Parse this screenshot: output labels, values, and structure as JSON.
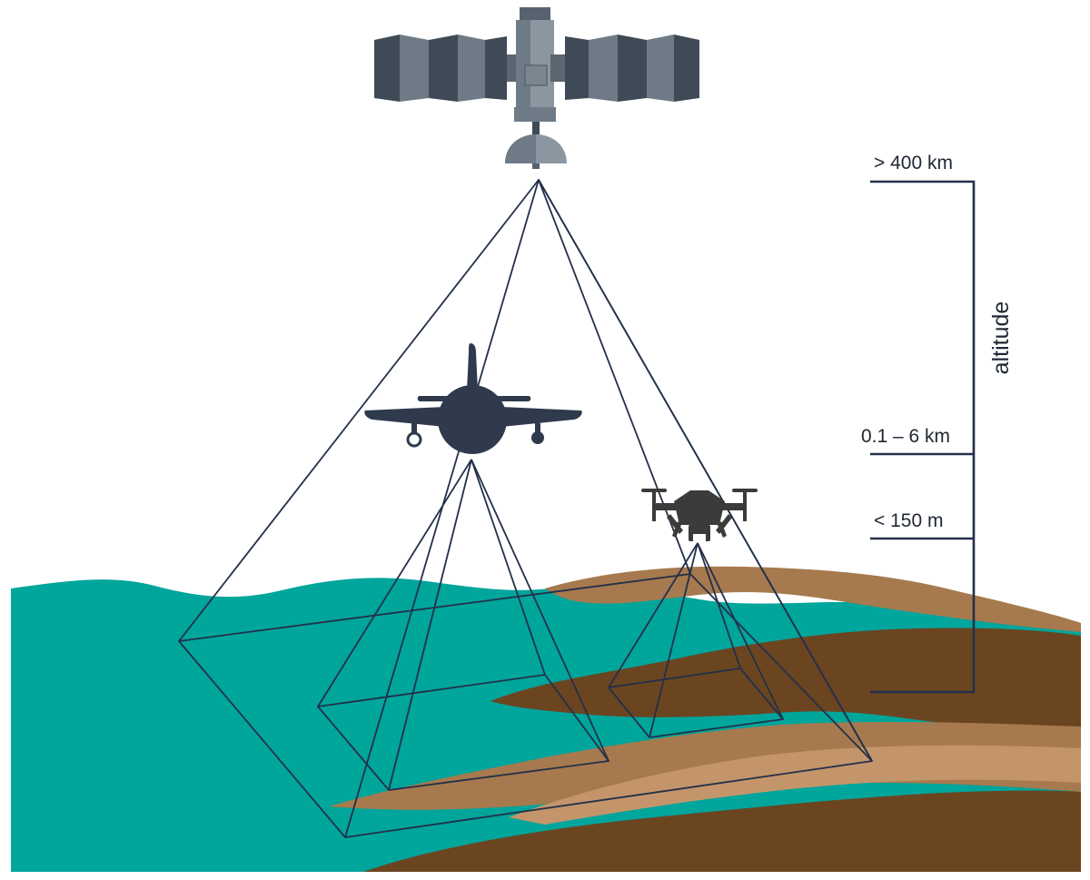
{
  "altitude_scale": {
    "title": "altitude",
    "levels": [
      {
        "platform": "satellite",
        "label": "> 400 km"
      },
      {
        "platform": "aircraft",
        "label": "0.1 – 6 km"
      },
      {
        "platform": "drone",
        "label": "< 150 m"
      }
    ]
  },
  "colors": {
    "water": "#00a59c",
    "soil_light": "#c4956a",
    "soil_mid": "#a67a4e",
    "soil_dark": "#6b4520",
    "lines": "#23304a",
    "satellite_dark": "#3e4a55",
    "satellite_light": "#6e7b86",
    "aircraft": "#2f3a4d",
    "drone": "#3b3b3b"
  }
}
